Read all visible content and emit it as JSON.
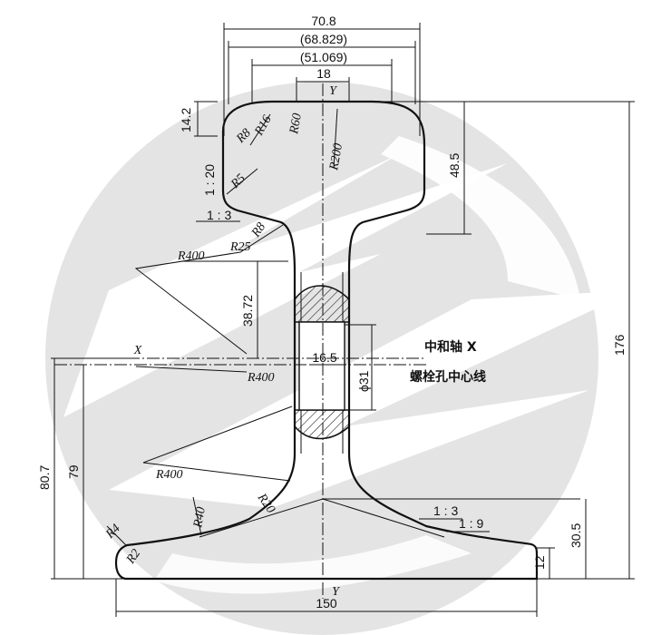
{
  "watermark": {
    "color": "#e3e3e3",
    "icon": "circular-logo-watermark"
  },
  "widths": [
    "70.8",
    "(68.829)",
    "(51.069)",
    "18"
  ],
  "axes": {
    "y_top": "Y",
    "y_bottom": "Y",
    "x_left": "X"
  },
  "labels": {
    "neutral_axis": "中和轴 X",
    "bolt_hole_center": "螺栓孔中心线"
  },
  "radii": {
    "r16": "R16",
    "r8_head": "R8",
    "r60": "R60",
    "r200": "R200",
    "r5": "R5",
    "r400_a": "R400",
    "r25": "R25",
    "r8_neck": "R8",
    "r400_b": "R400",
    "r400_c": "R400",
    "r20": "R20",
    "r40": "R40",
    "r4": "R4",
    "r2": "R2"
  },
  "slopes": {
    "head_1_20": "1 : 20",
    "head_1_3": "1 : 3",
    "base_1_3": "1 : 3",
    "base_1_9": "1 : 9"
  },
  "heights": {
    "h14_2": "14.2",
    "h48_5": "48.5",
    "h38_72": "38.72",
    "h176": "176",
    "h80_7": "80.7",
    "h79": "79",
    "h30_5": "30.5",
    "h12": "12"
  },
  "hole": {
    "diameter": "ϕ31",
    "offset": "16.5"
  },
  "base_width": "150"
}
